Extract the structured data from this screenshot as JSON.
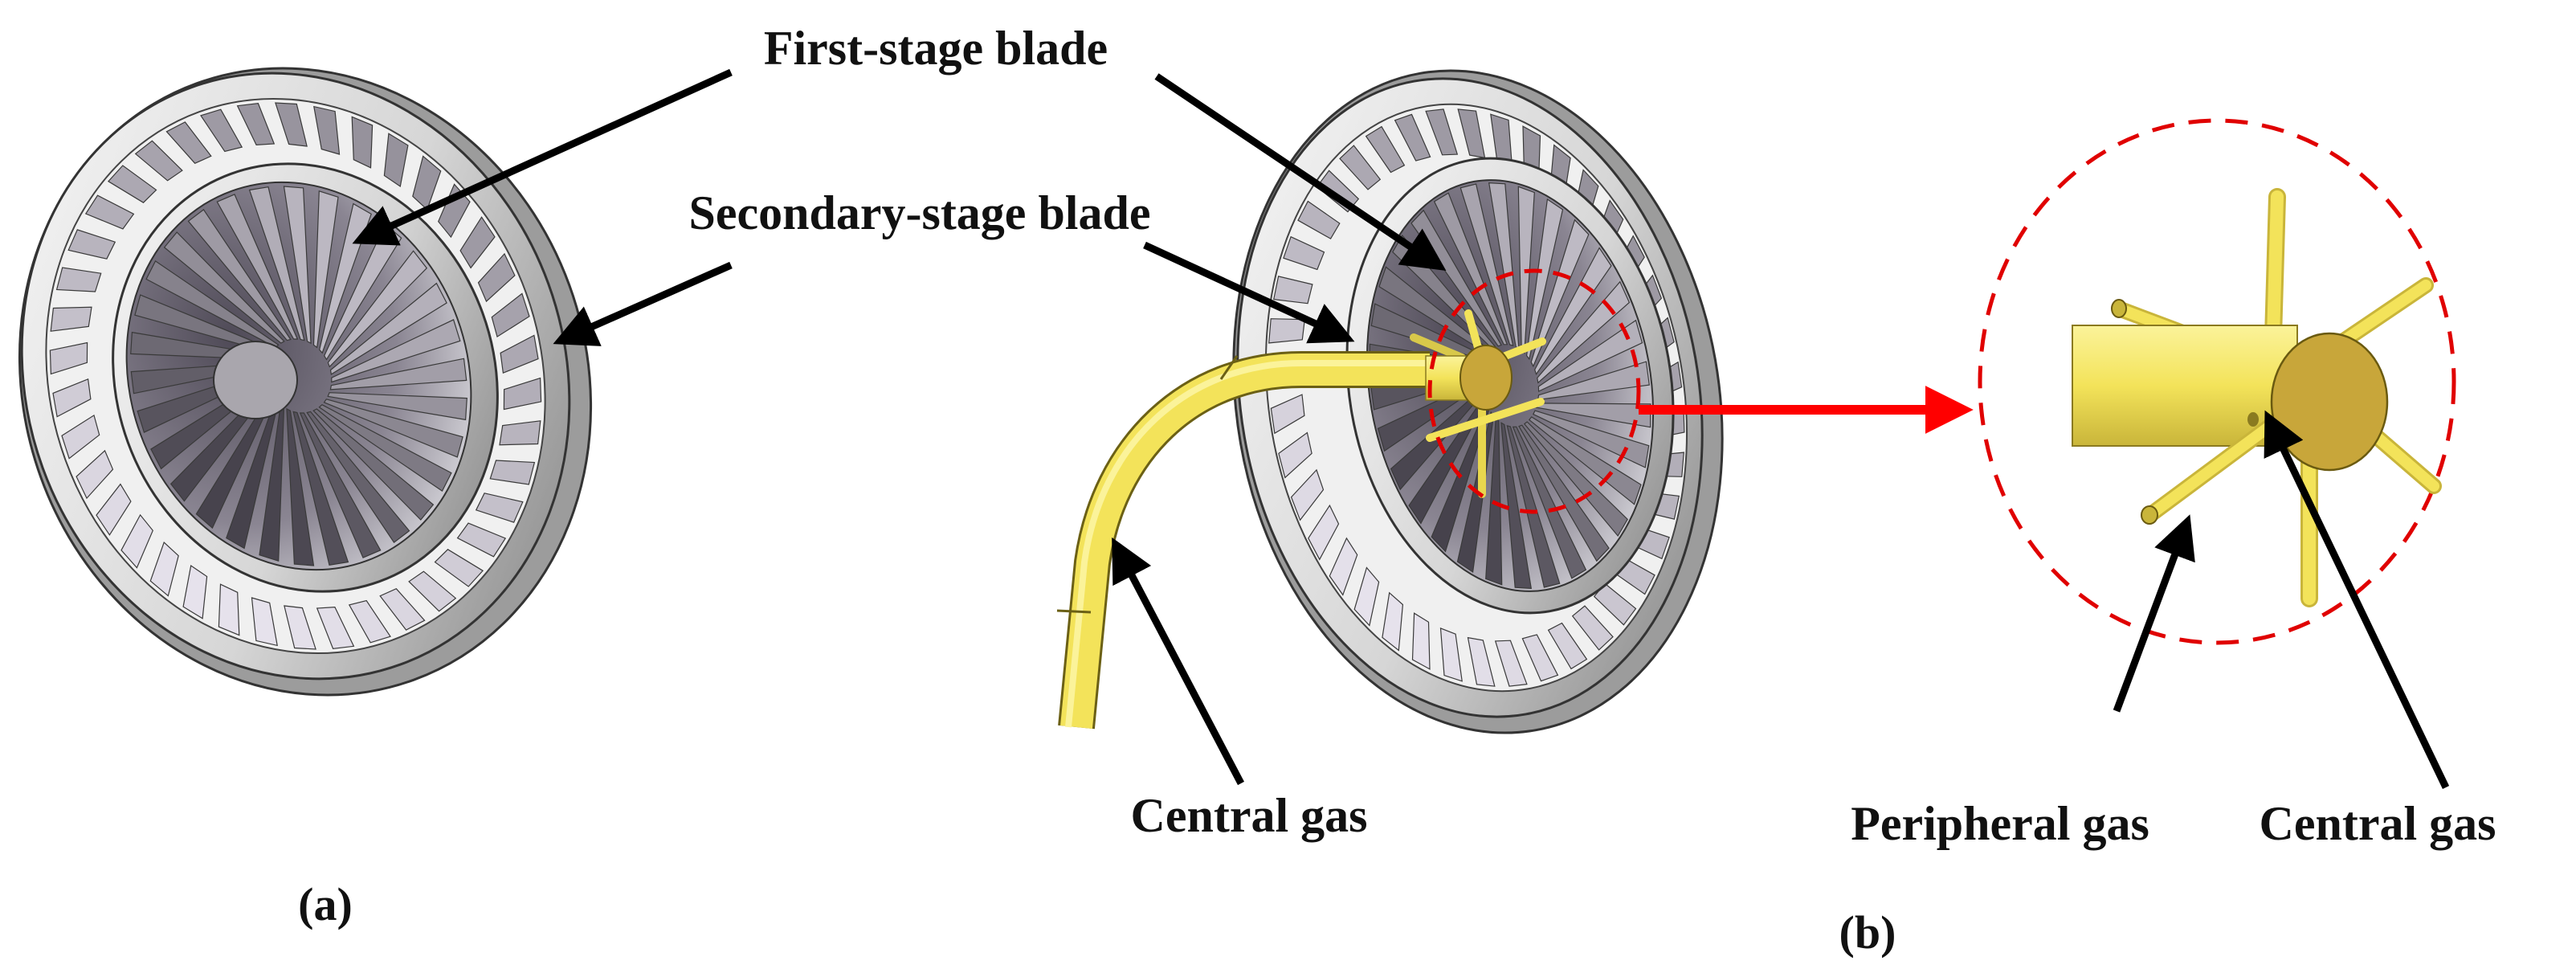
{
  "labels": {
    "first_stage_blade": "First-stage blade",
    "secondary_stage_blade": "Secondary-stage blade",
    "central_gas_b": "Central gas",
    "peripheral_gas": "Peripheral gas",
    "central_gas_detail": "Central gas",
    "panel_a": "(a)",
    "panel_b": "(b)"
  },
  "colors": {
    "ring_light": "#f2f2f2",
    "ring_dark": "#8c8c8c",
    "blade_dark": "#6a6470",
    "blade_light": "#d8d8dc",
    "hub": "#a9a6ad",
    "gas_yellow": "#f3e35a",
    "gas_yellow_dark": "#c9b53a",
    "injector_face": "#c8a63a",
    "arrow_black": "#000000",
    "arrow_red": "#ff0000",
    "dashed_red": "#e00000"
  }
}
